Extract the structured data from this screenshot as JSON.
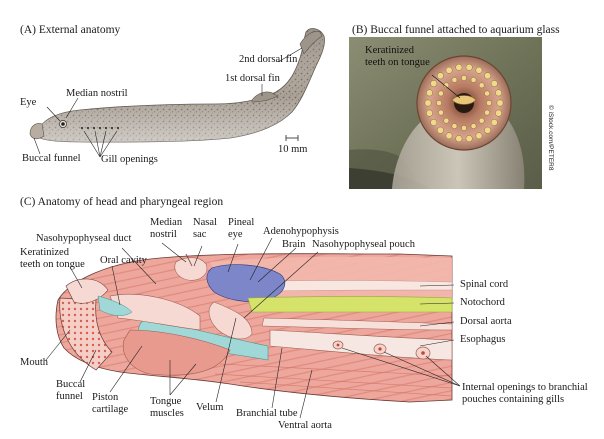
{
  "panel_a": {
    "title": "(A) External anatomy",
    "labels": {
      "eye": "Eye",
      "median_nostril": "Median nostril",
      "buccal_funnel": "Buccal funnel",
      "gill_openings": "Gill openings",
      "first_dorsal_fin": "1st dorsal fin",
      "second_dorsal_fin": "2nd dorsal fin",
      "scale_bar": "10 mm"
    }
  },
  "panel_b": {
    "title": "(B) Buccal funnel attached to aquarium glass",
    "photo_label": "Keratinized\nteeth on tongue",
    "credit": "© iStock.com/PETER8"
  },
  "panel_c": {
    "title": "(C) Anatomy of head and pharyngeal region",
    "labels": {
      "nasohypophyseal_duct": "Nasohypophyseal duct",
      "keratinized_teeth": "Keratinized\nteeth on tongue",
      "oral_cavity": "Oral cavity",
      "median_nostril": "Median\nnostril",
      "nasal_sac": "Nasal\nsac",
      "pineal_eye": "Pineal\neye",
      "adenohypophysis": "Adenohypophysis",
      "brain": "Brain",
      "nasohypophyseal_pouch": "Nasohypophyseal pouch",
      "spinal_cord": "Spinal cord",
      "notochord": "Notochord",
      "dorsal_aorta": "Dorsal aorta",
      "esophagus": "Esophagus",
      "internal_openings": "Internal openings to branchial\npouches containing gills",
      "mouth": "Mouth",
      "buccal_funnel": "Buccal\nfunnel",
      "piston_cartilage": "Piston\ncartilage",
      "tongue_muscles": "Tongue\nmuscles",
      "velum": "Velum",
      "branchial_tube": "Branchial tube",
      "ventral_aorta": "Ventral aorta"
    }
  },
  "colors": {
    "muscle": "#e89a8f",
    "muscle_dark": "#d9786c",
    "cartilage": "#f6d9d2",
    "brain": "#7d86c9",
    "notochord": "#d6e36a",
    "lumen_teal": "#9fd8d6",
    "skin": "#b9b2a6"
  }
}
